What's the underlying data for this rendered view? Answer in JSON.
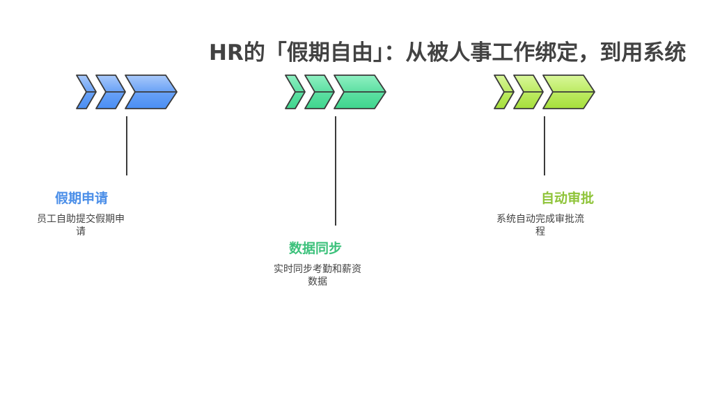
{
  "title": "HR的「假期自由」：从被人事工作绑定，到用系统",
  "stages": [
    {
      "name": "假期申请",
      "desc": "员工自助提交假期申请",
      "color": "#4a8ee8",
      "icon": "chevron-arrow-icon",
      "fill_top": "#a9c9fa",
      "fill_bottom": "#4a8ef3"
    },
    {
      "name": "数据同步",
      "desc": "实时同步考勤和薪资数据",
      "color": "#3cc17b",
      "icon": "chevron-arrow-icon",
      "fill_top": "#8ff0c2",
      "fill_bottom": "#3fd58d"
    },
    {
      "name": "自动审批",
      "desc": "系统自动完成审批流程",
      "color": "#8fc43a",
      "icon": "chevron-arrow-icon",
      "fill_top": "#d9f79a",
      "fill_bottom": "#a6df3b"
    }
  ]
}
